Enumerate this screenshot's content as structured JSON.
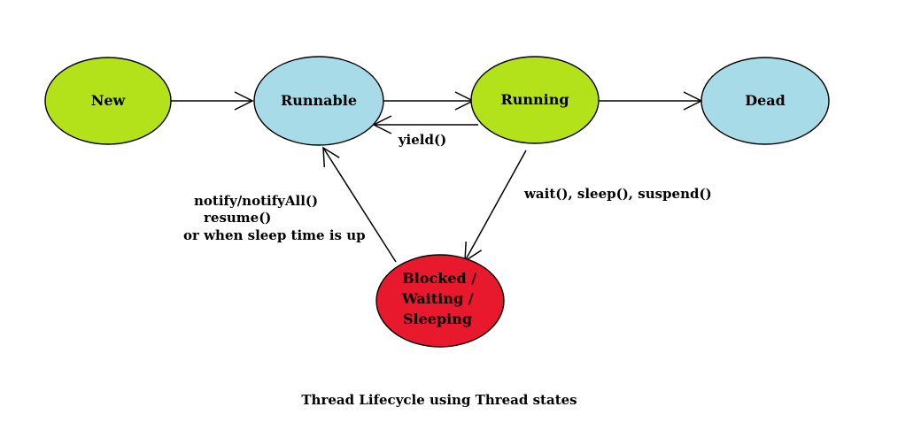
{
  "diagram": {
    "caption": "Thread Lifecycle using Thread states",
    "colors": {
      "state_green": "#b3e21b",
      "state_blue": "#a8dbe8",
      "state_red": "#e8192c",
      "stroke": "#000000",
      "background": "#ffffff"
    },
    "nodes": {
      "new": {
        "label": "New"
      },
      "runnable": {
        "label": "Runnable"
      },
      "running": {
        "label": "Running"
      },
      "dead": {
        "label": "Dead"
      },
      "blocked": {
        "label_lines": [
          "Blocked /",
          "Waiting /",
          "Sleeping"
        ]
      }
    },
    "edges": {
      "new_to_runnable": {
        "from": "New",
        "to": "Runnable"
      },
      "runnable_to_running": {
        "from": "Runnable",
        "to": "Running"
      },
      "running_to_runnable": {
        "from": "Running",
        "to": "Runnable",
        "label": "yield()"
      },
      "running_to_dead": {
        "from": "Running",
        "to": "Dead"
      },
      "running_to_blocked": {
        "from": "Running",
        "to": "Blocked / Waiting / Sleeping",
        "label": "wait(), sleep(), suspend()"
      },
      "blocked_to_runnable": {
        "from": "Blocked / Waiting / Sleeping",
        "to": "Runnable",
        "label_lines": [
          "notify/notifyAll()",
          "resume()",
          "or when sleep time is up"
        ]
      }
    }
  }
}
